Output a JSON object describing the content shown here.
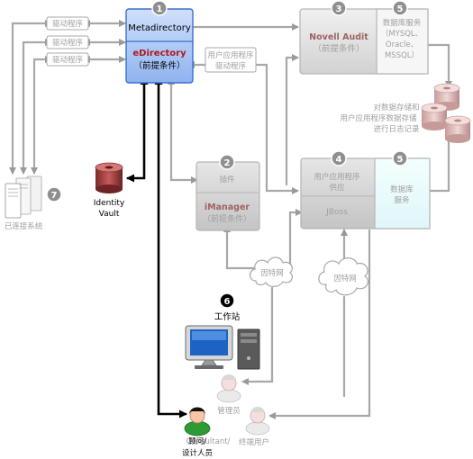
{
  "metadirectory": {
    "badge": "1",
    "title": "Metadirectory",
    "edirectory": "eDirectory",
    "prereq": "（前提条件）"
  },
  "novell_audit": {
    "badge": "3",
    "title": "Novell Audit",
    "prereq": "（前提条件）"
  },
  "db_service_top": {
    "badge": "5",
    "line1": "数据库服务",
    "line2": "（MYSQL、",
    "line3": "Oracle、",
    "line4": "MSSQL）"
  },
  "user_app_driver": {
    "line1": "用户应用程序",
    "line2": "驱动程序"
  },
  "drivers": [
    "驱动程序",
    "驱动程序",
    "驱动程序"
  ],
  "storage_note": {
    "line1": "对数据存储和",
    "line2": "用户应用程序数据存储",
    "line3": "进行日志记录"
  },
  "identity_vault": {
    "line1": "Identity",
    "line2": "Vault"
  },
  "connected_systems": {
    "badge": "7",
    "label": "已连接系统"
  },
  "imanager": {
    "badge": "2",
    "plugin": "插件",
    "title": "iManager",
    "prereq": "（前提条件）"
  },
  "user_app_provider": {
    "badge": "4",
    "line1": "用户应用程序",
    "line2": "供应",
    "jboss": "JBoss"
  },
  "db_service_bottom": {
    "badge": "5",
    "line1": "数据库",
    "line2": "服务"
  },
  "internet_left": "因特网",
  "internet_right": "因特网",
  "workstation": {
    "badge": "6",
    "label": "工作站"
  },
  "admin": "管理员",
  "end_user": "终端用户",
  "consultant": {
    "line1": "Consultant/",
    "line2": "顾问/",
    "line3": "设计人员"
  }
}
